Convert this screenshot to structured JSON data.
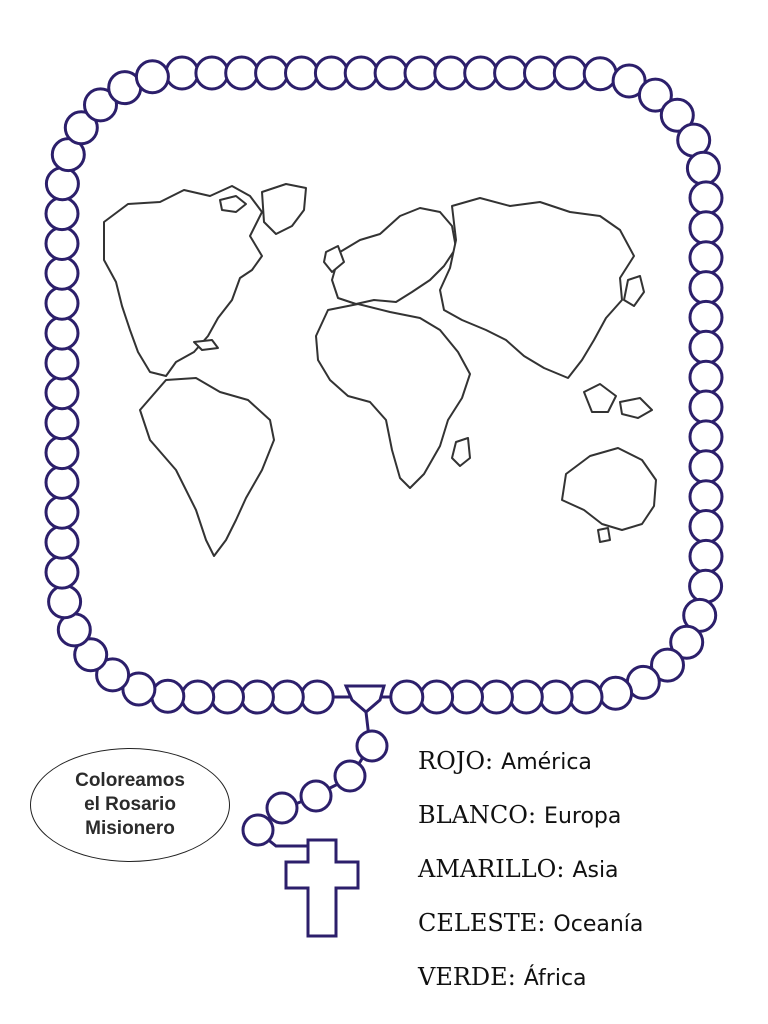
{
  "badge": {
    "lines": [
      "Coloreamos",
      "el Rosario",
      "Misionero"
    ]
  },
  "legend": [
    {
      "color_name": "ROJO",
      "region": "América"
    },
    {
      "color_name": "BLANCO",
      "region": "Europa"
    },
    {
      "color_name": "AMARILLO",
      "region": "Asia"
    },
    {
      "color_name": "CELESTE",
      "region": "Oceanía"
    },
    {
      "color_name": "VERDE",
      "region": "África"
    }
  ],
  "colors": {
    "rosary_outline": "#2c1f6b",
    "map_outline": "#333333",
    "background": "#ffffff"
  },
  "icons": [
    "rosary",
    "world-map",
    "cross-icon",
    "medal-icon"
  ]
}
